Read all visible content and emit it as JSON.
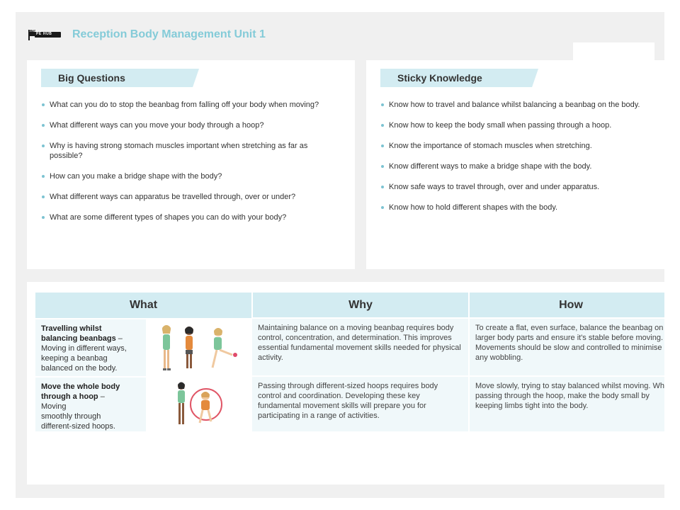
{
  "header": {
    "logo_line1": "THE",
    "logo_line2": "PE HUB",
    "title": "Reception Body Management Unit 1"
  },
  "big_questions": {
    "heading": "Big Questions",
    "items": [
      "What can you do to stop the beanbag from falling off your body when moving?",
      "What different ways can you move your body through a hoop?",
      "Why is having strong stomach muscles important when stretching as far as possible?",
      "How can you make a bridge shape with the body?",
      "What different ways can apparatus be travelled through, over or under?",
      "What are some different types of shapes you can do with your body?"
    ]
  },
  "sticky_knowledge": {
    "heading": "Sticky Knowledge",
    "items": [
      "Know how to travel and balance whilst balancing a beanbag on the body.",
      "Know how to keep the body small when passing through a hoop.",
      "Know the importance of stomach muscles when stretching.",
      "Know different ways to make a bridge shape with the body.",
      "Know safe ways to travel through, over and under apparatus.",
      "Know how to hold different shapes with the body."
    ]
  },
  "table": {
    "headers": [
      "What",
      "Why",
      "How"
    ],
    "rows": [
      {
        "what_title": "Travelling whilst balancing beanbags",
        "what_dash": " – ",
        "what_desc": "Moving in different ways, keeping a beanbag balanced on the body.",
        "why": "Maintaining balance on a moving beanbag requires body control, concentration, and determination. This improves essential fundamental movement skills needed for physical activity.",
        "how_lines": [
          "To create a flat, even surface, balance the beanbag on",
          "larger body parts and ensure it's stable before moving.",
          "Movements should be slow and controlled to minimise",
          "any wobbling."
        ]
      },
      {
        "what_title": "Move the whole body through a hoop",
        "what_dash": "  – ",
        "what_desc_lines": [
          "Moving",
          "smoothly through",
          "different-sized hoops."
        ],
        "why": "Passing through different-sized hoops requires body control and coordination. Developing these key fundamental movement skills will prepare you for participating in a range of activities.",
        "how_lines": [
          "Move slowly, trying to stay balanced whilst moving. When",
          "passing through the hoop, make the body small by",
          "keeping limbs tight into the body."
        ]
      }
    ]
  },
  "colors": {
    "accent": "#84cbd8",
    "banner": "#d3ecf2",
    "page_bg": "#f0f0f0",
    "bullet": "#7cc3d2"
  }
}
